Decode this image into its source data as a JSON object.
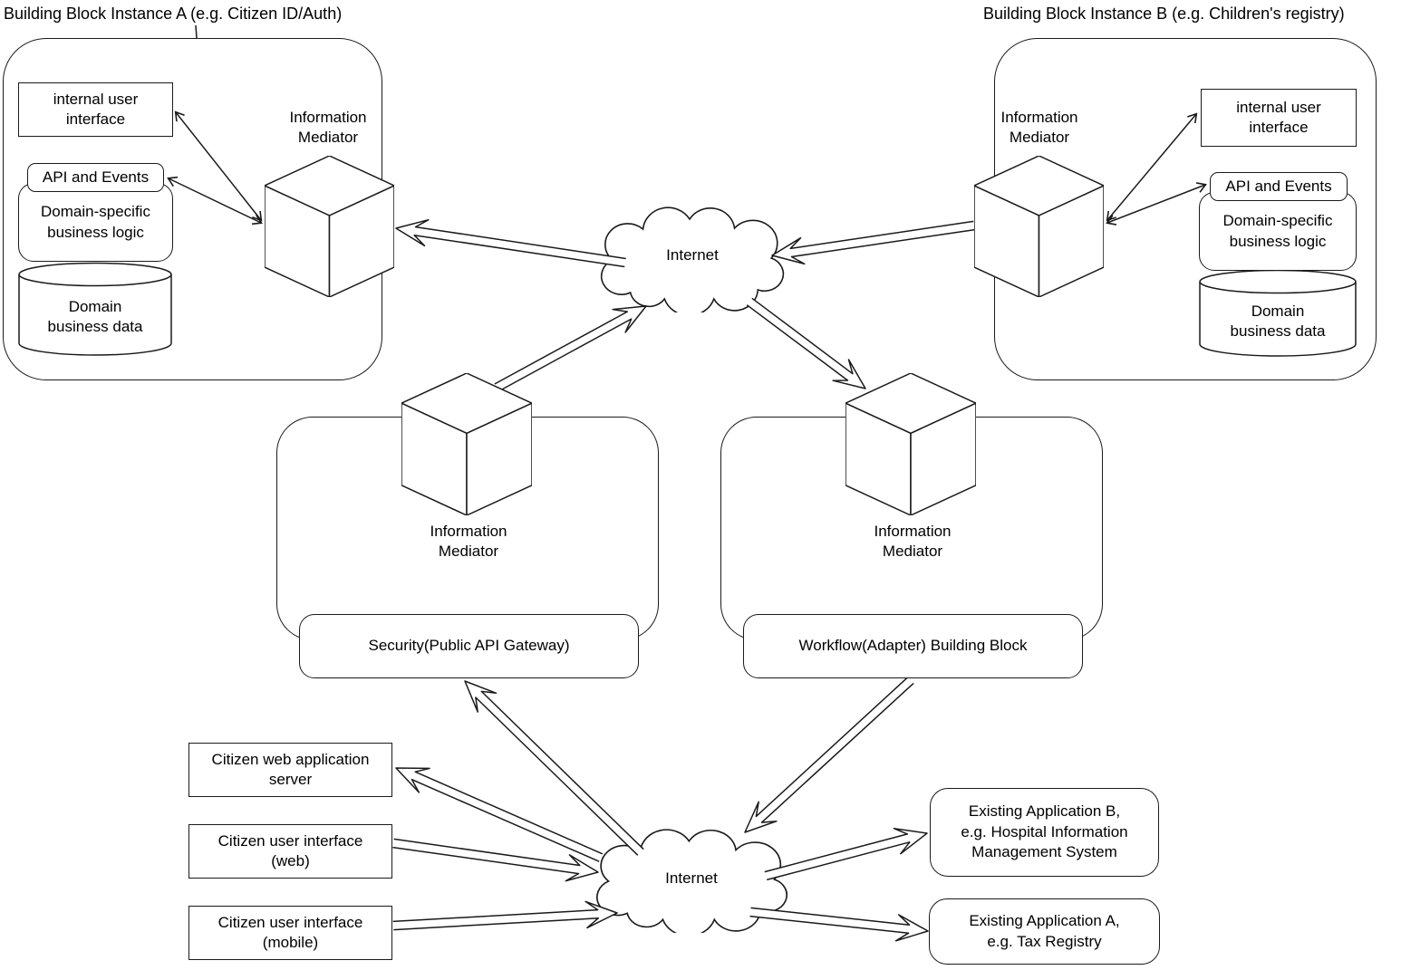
{
  "block_a": {
    "title": "Building Block Instance A (e.g. Citizen ID/Auth)",
    "mediator_label": "Information\nMediator",
    "internal_ui": "internal user\ninterface",
    "api_events": "API and Events",
    "business_logic": "Domain-specific\nbusiness logic",
    "business_data": "Domain\nbusiness data"
  },
  "block_b": {
    "title": "Building Block Instance B (e.g. Children's registry)",
    "mediator_label": "Information\nMediator",
    "internal_ui": "internal user\ninterface",
    "api_events": "API and Events",
    "business_logic": "Domain-specific\nbusiness logic",
    "business_data": "Domain\nbusiness data"
  },
  "security_block": {
    "mediator_label": "Information\nMediator",
    "label": "Security(Public API Gateway)"
  },
  "workflow_block": {
    "mediator_label": "Information\nMediator",
    "label": "Workflow(Adapter) Building Block"
  },
  "internet_top": {
    "label": "Internet"
  },
  "internet_bottom": {
    "label": "Internet"
  },
  "clients": [
    {
      "label": "Citizen web application\nserver"
    },
    {
      "label": "Citizen user interface\n(web)"
    },
    {
      "label": "Citizen user interface\n(mobile)"
    }
  ],
  "existing_apps": [
    {
      "label": "Existing Application B,\ne.g. Hospital Information\nManagement System"
    },
    {
      "label": "Existing Application A,\ne.g. Tax Registry"
    }
  ],
  "colors": {
    "stroke": "#1a1a1a",
    "background": "#ffffff"
  }
}
